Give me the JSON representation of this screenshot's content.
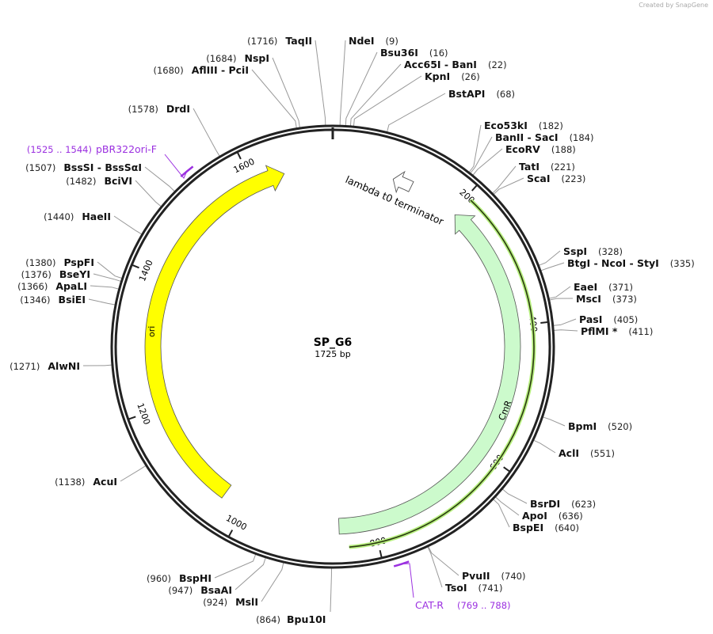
{
  "credit": "Created by SnapGene",
  "plasmid": {
    "name": "SP_G6",
    "length_label": "1725 bp",
    "length": 1725
  },
  "ticks": [
    "200",
    "400",
    "600",
    "800",
    "1000",
    "1200",
    "1400",
    "1600"
  ],
  "features": [
    {
      "name": "CmR",
      "color": "#ccfacc",
      "start": 205,
      "end": 853,
      "direction": "reverse"
    },
    {
      "name": "ori",
      "color": "#ffff00",
      "start": 1036,
      "end": 1650,
      "direction": "forward"
    },
    {
      "name": "lambda t0 terminator",
      "color": "#ffffff",
      "start": 95,
      "end": 125,
      "direction": "reverse"
    }
  ],
  "primers": [
    {
      "name": "pBR322ori-F",
      "range": "(1525 .. 1544)",
      "start": 1525,
      "end": 1544,
      "color": "#9b30e0"
    },
    {
      "name": "CAT-R",
      "range": "(769 .. 788)",
      "start": 769,
      "end": 788,
      "color": "#9b30e0"
    }
  ],
  "enzymes": [
    {
      "name": "NdeI",
      "pos": "(9)",
      "site": 9
    },
    {
      "name": "Bsu36I",
      "pos": "(16)",
      "site": 16
    },
    {
      "name": "Acc65I  - BanI",
      "pos": "(22)",
      "site": 22
    },
    {
      "name": "KpnI",
      "pos": "(26)",
      "site": 26
    },
    {
      "name": "BstAPI",
      "pos": "(68)",
      "site": 68
    },
    {
      "name": "Eco53kI",
      "pos": "(182)",
      "site": 182
    },
    {
      "name": "BanII  - SacI",
      "pos": "(184)",
      "site": 184
    },
    {
      "name": "EcoRV",
      "pos": "(188)",
      "site": 188
    },
    {
      "name": "TatI",
      "pos": "(221)",
      "site": 221
    },
    {
      "name": "ScaI",
      "pos": "(223)",
      "site": 223
    },
    {
      "name": "SspI",
      "pos": "(328)",
      "site": 328
    },
    {
      "name": "BtgI  - NcoI  - StyI",
      "pos": "(335)",
      "site": 335
    },
    {
      "name": "EaeI",
      "pos": "(371)",
      "site": 371
    },
    {
      "name": "MscI",
      "pos": "(373)",
      "site": 373
    },
    {
      "name": "PasI",
      "pos": "(405)",
      "site": 405
    },
    {
      "name": "PflMI *",
      "pos": "(411)",
      "site": 411
    },
    {
      "name": "BpmI",
      "pos": "(520)",
      "site": 520
    },
    {
      "name": "AclI",
      "pos": "(551)",
      "site": 551
    },
    {
      "name": "BsrDI",
      "pos": "(623)",
      "site": 623
    },
    {
      "name": "ApoI",
      "pos": "(636)",
      "site": 636
    },
    {
      "name": "BspEI",
      "pos": "(640)",
      "site": 640
    },
    {
      "name": "PvuII",
      "pos": "(740)",
      "site": 740
    },
    {
      "name": "TsoI",
      "pos": "(741)",
      "site": 741
    },
    {
      "name": "TaqII",
      "pos": "(1716)",
      "site": 1716
    },
    {
      "name": "NspI",
      "pos": "(1684)",
      "site": 1684
    },
    {
      "name": "AflIII  - PciI",
      "pos": "(1680)",
      "site": 1680
    },
    {
      "name": "DrdI",
      "pos": "(1578)",
      "site": 1578
    },
    {
      "name": "BssSI  - BssSαI",
      "pos": "(1507)",
      "site": 1507
    },
    {
      "name": "BciVI",
      "pos": "(1482)",
      "site": 1482
    },
    {
      "name": "HaeII",
      "pos": "(1440)",
      "site": 1440
    },
    {
      "name": "PspFI",
      "pos": "(1380)",
      "site": 1380
    },
    {
      "name": "BseYI",
      "pos": "(1376)",
      "site": 1376
    },
    {
      "name": "ApaLI",
      "pos": "(1366)",
      "site": 1366
    },
    {
      "name": "BsiEI",
      "pos": "(1346)",
      "site": 1346
    },
    {
      "name": "AlwNI",
      "pos": "(1271)",
      "site": 1271
    },
    {
      "name": "AcuI",
      "pos": "(1138)",
      "site": 1138
    },
    {
      "name": "BspHI",
      "pos": "(960)",
      "site": 960
    },
    {
      "name": "BsaAI",
      "pos": "(947)",
      "site": 947
    },
    {
      "name": "MslI",
      "pos": "(924)",
      "site": 924
    },
    {
      "name": "Bpu10I",
      "pos": "(864)",
      "site": 864
    }
  ]
}
